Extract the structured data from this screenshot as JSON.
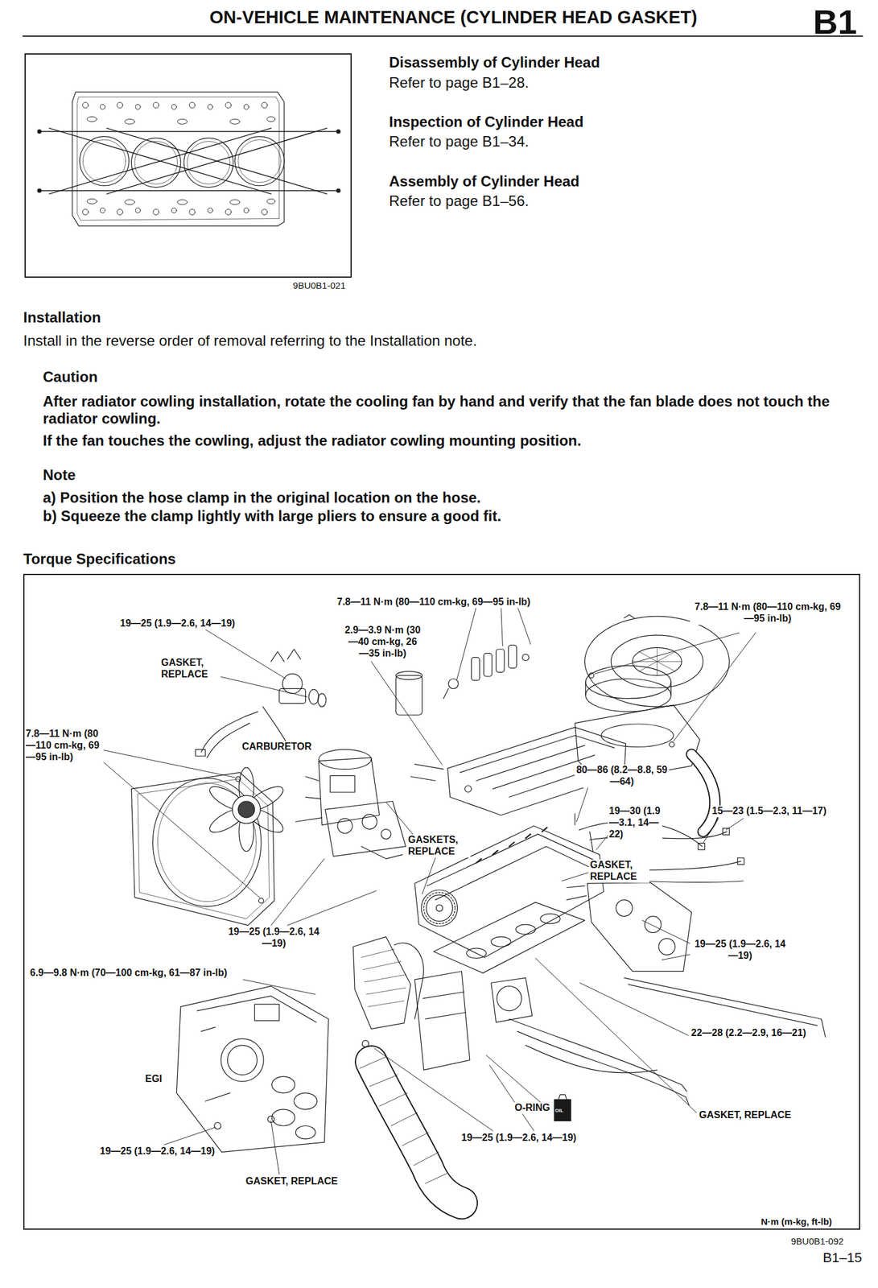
{
  "diagram": {
    "title": "ON-VEHICLE MAINTENANCE (CYLINDER HEAD GASKET)",
    "nodes": [
      {
        "text": [
          "9BU0B1-021"
        ]
      },
      {
        "text": [
          "Torque Specifications"
        ]
      }
    ],
    "labels": [
      "B1",
      "Disassembly of Cylinder Head",
      "Refer to page B1–28.",
      "Inspection of Cylinder Head",
      "Refer to page B1–34.",
      "Assembly of Cylinder Head",
      "Refer to page B1–56.",
      "Installation",
      "Install in the reverse order of removal referring to the Installation note.",
      "Caution",
      "After radiator cowling installation, rotate the cooling fan by hand and verify that the fan blade does not touch the radiator cowling.",
      "If the fan touches the cowling, adjust the radiator cowling mounting position.",
      "Note",
      "a) Position the hose clamp in the original location on the hose.",
      "b) Squeeze the clamp lightly with large pliers to ensure a good fit.",
      "7.8—11 N·m (80—110 cm-kg, 69—95 in-lb)",
      "19—25 (1.9—2.6, 14—19)",
      "2.9—3.9 N·m (30—40 cm-kg, 26—35 in-lb)",
      "7.8—11 N·m (80—110 cm-kg, 69—95 in-lb)",
      "GASKET, REPLACE",
      "7.8—11 N·m (80—110 cm-kg, 69—95 in-lb)",
      "CARBURETOR",
      "80—86 (8.2—8.8, 59—64)",
      "19—30 (1.9—3.1, 14—22)",
      "15—23 (1.5—2.3, 11—17)",
      "GASKETS, REPLACE",
      "GASKET, REPLACE",
      "19—25 (1.9—2.6, 14—19)",
      "19—25 (1.9—2.6, 14—19)",
      "6.9—9.8 N·m (70—100 cm-kg, 61—87 in-lb)",
      "22—28 (2.2—2.9, 16—21)",
      "EGI",
      "O-RING",
      "OIL",
      "GASKET, REPLACE",
      "19—25 (1.9—2.6, 14—19)",
      "19—25 (1.9—2.6, 14—19)",
      "GASKET, REPLACE",
      "N·m (m-kg, ft-lb)",
      "9BU0B1-092",
      "B1–15"
    ]
  }
}
